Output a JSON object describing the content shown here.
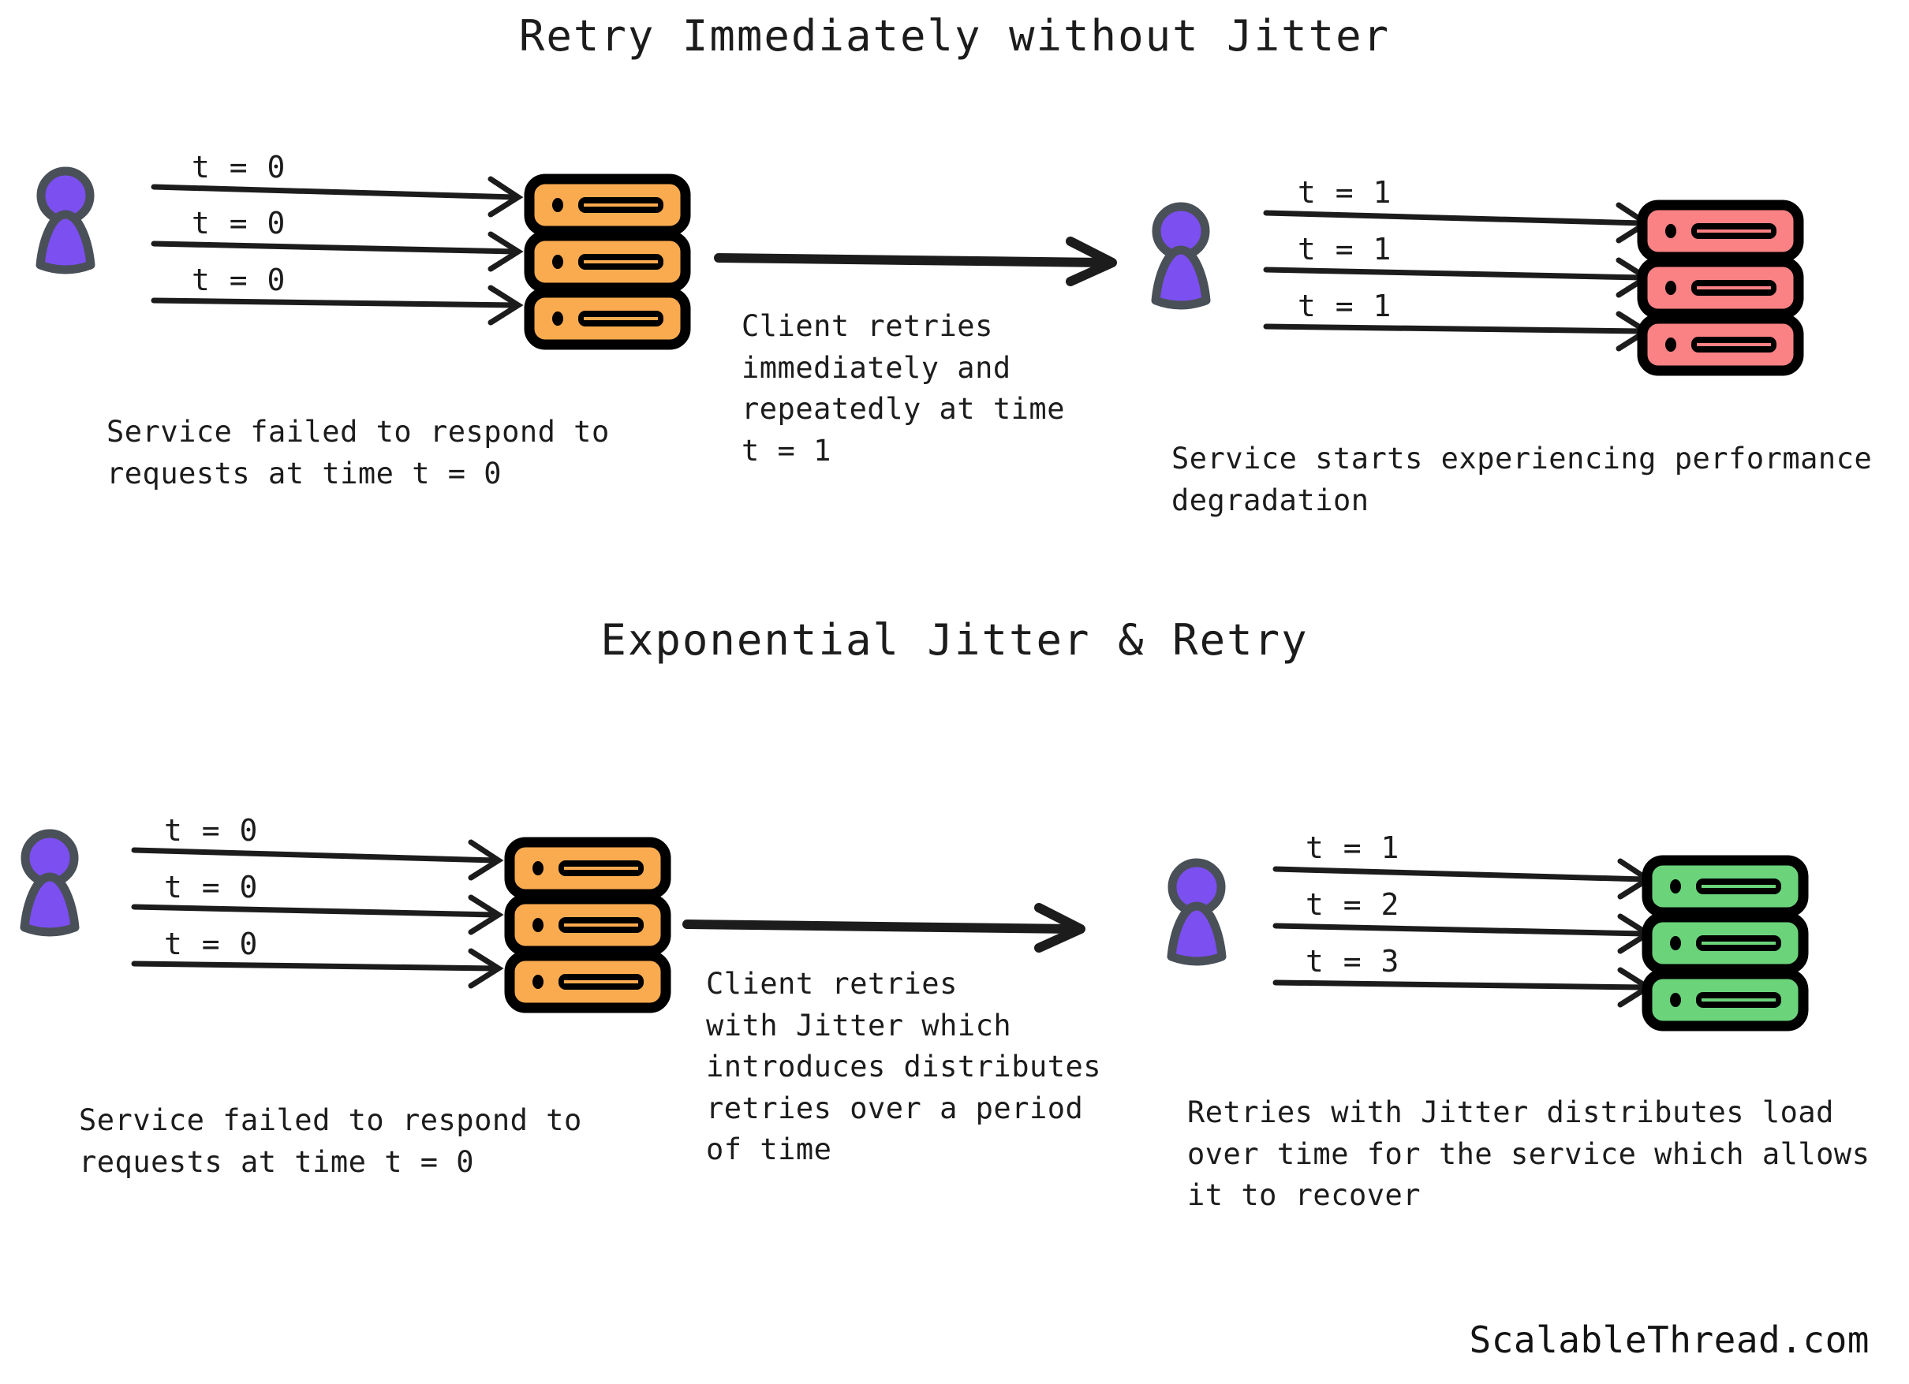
{
  "colors": {
    "background": "#ffffff",
    "ink": "#1c1c1c",
    "client_fill": "#7b4ff0",
    "client_stroke": "#4a5058",
    "server_outline": "#000000",
    "server_orange": "#fbab4f",
    "server_red": "#fa8184",
    "server_green": "#6bd47b"
  },
  "sections": [
    {
      "id": "retry-without-jitter",
      "title": "Retry Immediately without Jitter",
      "left": {
        "client_icon": "client-person-icon",
        "server_icon": "server-stack-icon",
        "server_state_color": "#fbab4f",
        "request_labels": [
          "t = 0",
          "t = 0",
          "t = 0"
        ],
        "caption": "Service failed to respond to\nrequests at time t = 0"
      },
      "middle": {
        "arrow_icon": "long-right-arrow-icon",
        "caption": "Client retries\nimmediately and\nrepeatedly at time\nt = 1"
      },
      "right": {
        "client_icon": "client-person-icon",
        "server_icon": "server-stack-icon",
        "server_state_color": "#fa8184",
        "request_labels": [
          "t = 1",
          "t = 1",
          "t = 1"
        ],
        "caption": "Service starts experiencing performance\ndegradation"
      }
    },
    {
      "id": "exponential-jitter-retry",
      "title": "Exponential Jitter & Retry",
      "left": {
        "client_icon": "client-person-icon",
        "server_icon": "server-stack-icon",
        "server_state_color": "#fbab4f",
        "request_labels": [
          "t = 0",
          "t = 0",
          "t = 0"
        ],
        "caption": "Service failed to respond to\nrequests at time t = 0"
      },
      "middle": {
        "arrow_icon": "long-right-arrow-icon",
        "caption": "Client retries\nwith Jitter which\nintroduces distributes\nretries over a period\nof time"
      },
      "right": {
        "client_icon": "client-person-icon",
        "server_icon": "server-stack-icon",
        "server_state_color": "#6bd47b",
        "request_labels": [
          "t = 1",
          "t = 2",
          "t = 3"
        ],
        "caption": "Retries with Jitter distributes load\nover time for the service which allows\nit to recover"
      }
    }
  ],
  "footer": {
    "watermark": "ScalableThread.com"
  }
}
